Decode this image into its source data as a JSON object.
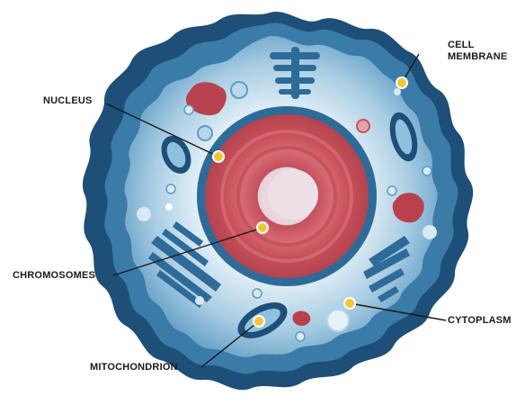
{
  "labels": {
    "cell_membrane_line1": "CELL",
    "cell_membrane_line2": "MEMBRANE",
    "nucleus": "NUCLEUS",
    "chromosomes": "CHROMOSOMES",
    "cytoplasm": "CYTOPLASM",
    "mitochondrion": "MITOCHONDRION"
  },
  "colors": {
    "membrane_dark": "#1d4f78",
    "membrane_mid": "#3b7ba8",
    "cytoplasm_light": "#eaf4fa",
    "nucleus_ring": "#2e6b98",
    "nucleus_outer": "#c9505a",
    "nucleus_inner": "#e8d2da",
    "organelle_red": "#b8414d",
    "marker": "#f3c63a"
  }
}
